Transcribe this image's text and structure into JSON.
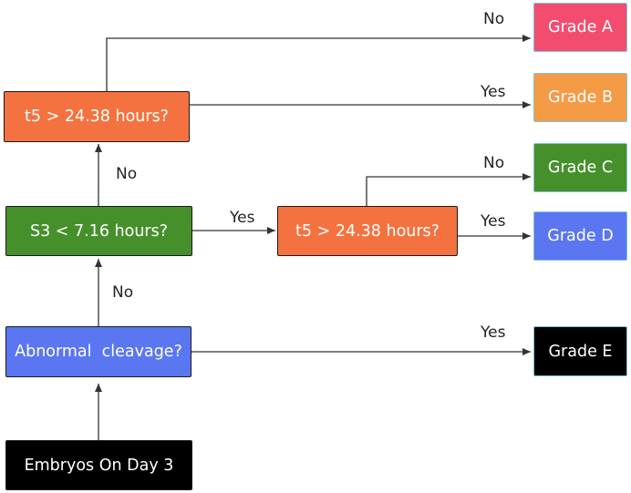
{
  "colors": {
    "red_orange": "#f4723f",
    "green": "#46902c",
    "blue": "#5a76f0",
    "pink": "#f24d6f",
    "light_orange": "#f59a45",
    "black": "#000000",
    "text_light": "#ffffff",
    "line": "#333333"
  },
  "nodes": {
    "q_t5_top": "t5 > 24.38 hours?",
    "q_s3": "S3 < 7.16 hours?",
    "q_t5_mid": "t5 > 24.38 hours?",
    "q_abnormal": "Abnormal  cleavage?",
    "start": "Embryos On Day 3",
    "grade_a": "Grade A",
    "grade_b": "Grade B",
    "grade_c": "Grade C",
    "grade_d": "Grade D",
    "grade_e": "Grade E"
  },
  "edges": {
    "top_no": "No",
    "top_yes": "Yes",
    "s3_no": "No",
    "s3_yes": "Yes",
    "mid_no": "No",
    "mid_yes": "Yes",
    "abnormal_no": "No",
    "abnormal_yes": "Yes"
  }
}
